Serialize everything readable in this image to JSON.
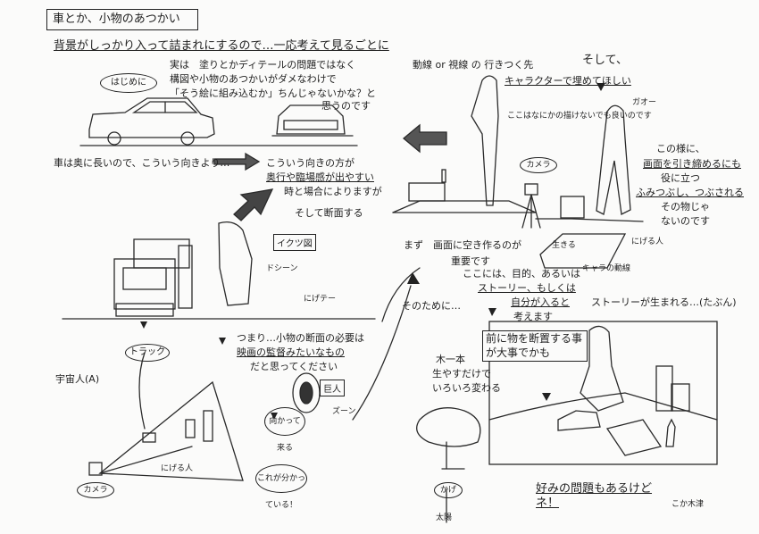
{
  "title": "車とか、小物のあつかい",
  "left_page": {
    "intro_lines": [
      "背景がしっかり入って詰まれにするので…一応考えて見るごとに",
      "実は　塗りとかディテールの問題ではなく",
      "構図や小物のあつかいがダメなわけで",
      "「そう絵に組み込むか」ちんじゃないかな？と",
      "思うのです"
    ],
    "hajimeni": "はじめに",
    "car_note": "車は奥に長いので、こういう向きより…",
    "car_note2": "こういう向きの方が",
    "car_note3": "奥行や臨場感が出やすい",
    "car_note4": "時と場合によりますが",
    "soshite_dantei": "そして断面する",
    "ikutsu_zu": "イクツ図",
    "doshiin": "ドシーン",
    "nigeru": "にげテー",
    "truck": "トラック",
    "tsumari": "つまり…小物の断面の必要は",
    "eiga": "映画の監督みたいなもの",
    "eiga2": "だと思ってください",
    "uchuu": "宇宙人(A)",
    "kyojin": "巨人",
    "zuun": "ズーン",
    "mukatte": "向かって来る",
    "korega": "これが分かっている！",
    "nigeru_hito": "にげる人",
    "kamera": "カメラ"
  },
  "right_page": {
    "top_note1": "動線 or 視線 の 行きつく先",
    "top_note2": "キャラクターで埋めてほしい",
    "soshite": "そして、",
    "koko_note": "ここはなにかの描けないでも良いのです",
    "gao": "ガオー",
    "kono_bamen": "この様に、",
    "gamen_hiki": "画面を引き締めるにも",
    "yaku_ni": "役に立つ",
    "fumitsubusu": "ふみつぶし、つぶされる",
    "tennuno": "その物じゃ",
    "nainode": "ないのです",
    "kamera": "カメラ",
    "nigeru": "にげる人",
    "ikiru": "生きる",
    "kyara": "キャラの動線",
    "mazu": "まず　画面に空き作るのが",
    "juuyou": "重要です",
    "koko_ni": "ここには、目的、あるいは",
    "story": "ストーリー、もしくは",
    "jibun": "自分が入ると",
    "kangae": "考えます",
    "sono_tame": "そのために…",
    "story_umareru": "ストーリーが生まれる…(たぶん)",
    "hitotsu": "木一本",
    "haeteiru": "生やすだけで",
    "iroiro": "いろいろ変わる",
    "kage": "かげ",
    "taiyou": "太陽",
    "boxed_note": "前に物を断置する事が大事でかも",
    "konomi": "好みの問題もあるけどネ！",
    "signature": "こか木津"
  }
}
